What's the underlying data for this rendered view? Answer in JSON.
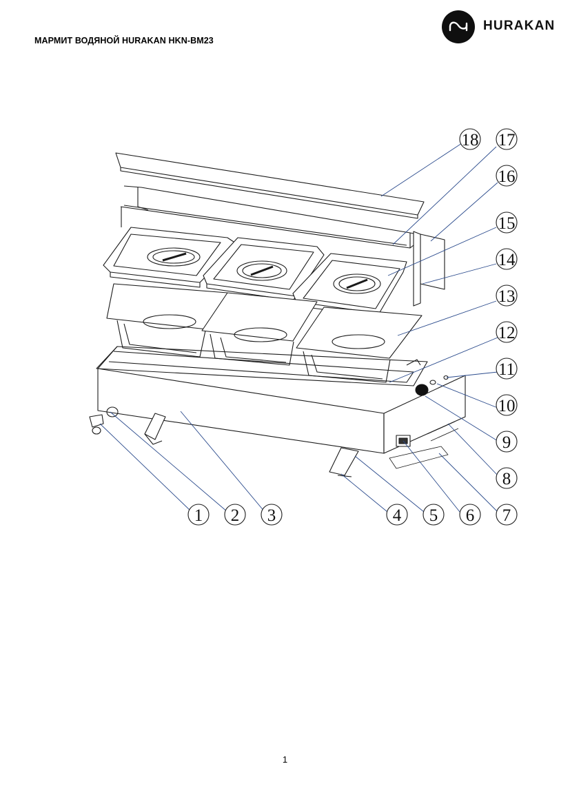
{
  "header": {
    "title": "МАРМИТ ВОДЯНОЙ HURAKAN HKN-BM23",
    "brand": "HURAKAN"
  },
  "diagram": {
    "callouts": [
      {
        "label": "1"
      },
      {
        "label": "2"
      },
      {
        "label": "3"
      },
      {
        "label": "4"
      },
      {
        "label": "5"
      },
      {
        "label": "6"
      },
      {
        "label": "7"
      },
      {
        "label": "8"
      },
      {
        "label": "9"
      },
      {
        "label": "10"
      },
      {
        "label": "11"
      },
      {
        "label": "12"
      },
      {
        "label": "13"
      },
      {
        "label": "14"
      },
      {
        "label": "15"
      },
      {
        "label": "16"
      },
      {
        "label": "17"
      },
      {
        "label": "18"
      }
    ],
    "colors": {
      "leader": "#2a4a8c",
      "line": "#1a1a1a"
    }
  },
  "footer": {
    "page_number": "1"
  }
}
